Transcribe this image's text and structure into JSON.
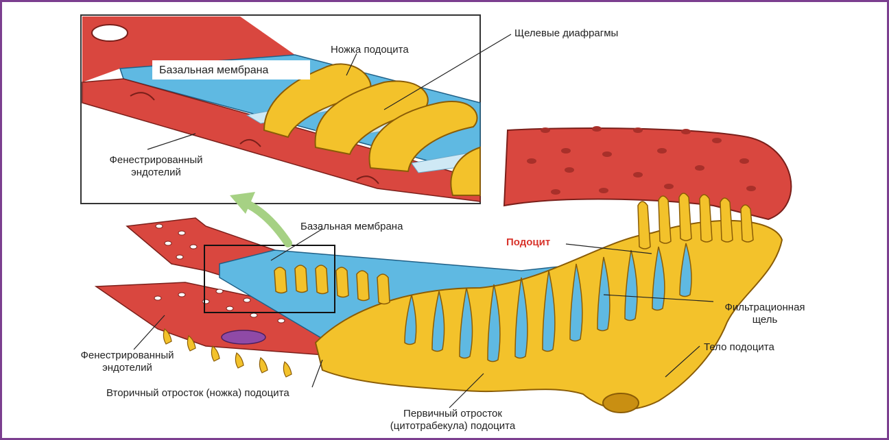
{
  "colors": {
    "frame": "#7b3f8f",
    "endothelium": "#d9473f",
    "endothelium_dark": "#a8302a",
    "basement_membrane": "#5fb9e2",
    "podocyte": "#f3c22b",
    "podocyte_dark": "#c98f12",
    "arrow": "#a6d184",
    "nucleus": "#8f4aa6"
  },
  "inset": {
    "basement_membrane_label": "Базальная мембрана",
    "foot_label": "Ножка подоцита",
    "slit_diaphragms_label": "Щелевые диафрагмы",
    "endothelium_label_line1": "Фенестрированный",
    "endothelium_label_line2": "эндотелий"
  },
  "main": {
    "basement_membrane_label": "Базальная мембрана",
    "podocyte_label": "Подоцит",
    "filtration_slit_line1": "Фильтрационная",
    "filtration_slit_line2": "щель",
    "podocyte_body_label": "Тело подоцита",
    "endothelium_label_line1": "Фенестрированный",
    "endothelium_label_line2": "эндотелий",
    "secondary_process_label": "Вторичный отросток (ножка) подоцита",
    "primary_process_line1": "Первичный отросток",
    "primary_process_line2": "(цитотрабекула) подоцита"
  },
  "icons": {
    "zoom_arrow": "arrow-up-left-icon"
  }
}
